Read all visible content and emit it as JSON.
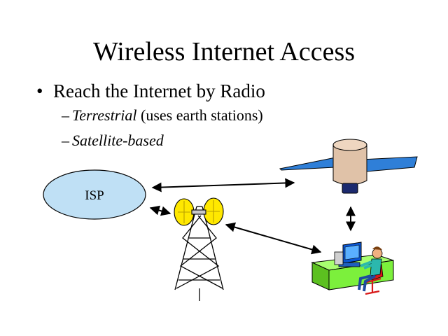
{
  "slide": {
    "title": "Wireless Internet Access",
    "bullet_marker": "•",
    "bullet": "Reach the Internet by Radio",
    "sub_marker": "–",
    "sub_items": [
      {
        "emphasis": "Terrestrial",
        "rest": " (uses earth stations)"
      },
      {
        "emphasis": "Satellite-based",
        "rest": ""
      }
    ]
  },
  "diagram": {
    "isp_label": "ISP",
    "nodes": [
      "isp",
      "satellite",
      "radio-tower",
      "user-workstation"
    ],
    "links": [
      {
        "from": "isp",
        "to": "satellite"
      },
      {
        "from": "isp",
        "to": "radio-tower"
      },
      {
        "from": "radio-tower",
        "to": "user-workstation"
      },
      {
        "from": "satellite",
        "to": "user-workstation"
      }
    ],
    "colors": {
      "isp_fill": "#bfe0f5",
      "satellite_body": "#e0c2a8",
      "solar_panel": "#2f7fd8",
      "dish": "#ffe800",
      "desk": "#7cf03c",
      "monitor": "#0a58d8",
      "person_shirt": "#2bb8ad",
      "chair": "#d81818"
    }
  }
}
